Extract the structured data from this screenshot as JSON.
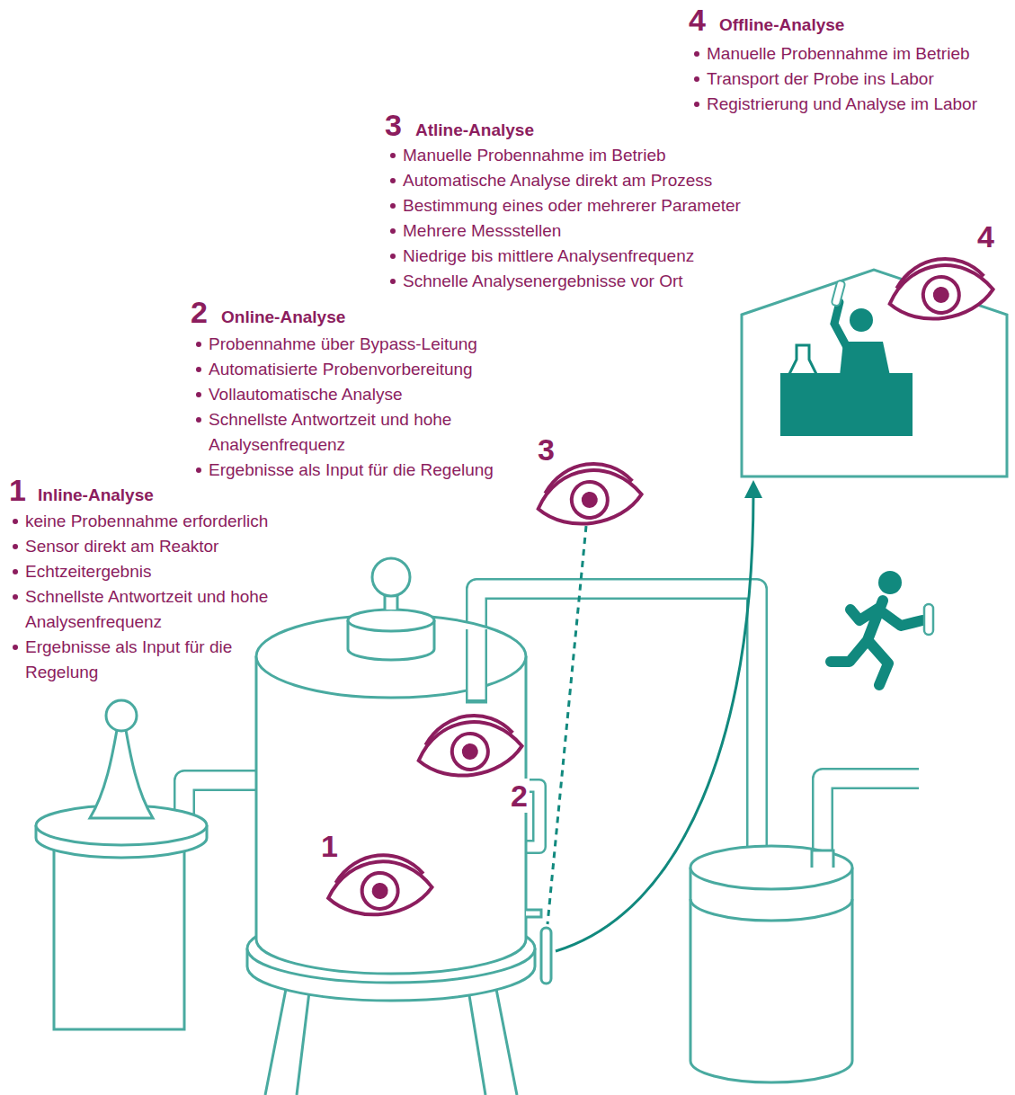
{
  "diagram": {
    "labels": [
      "4",
      "Offline-Analyse",
      "Manuelle Probennahme im Betrieb",
      "Transport der Probe ins Labor",
      "Registrierung und Analyse im Labor",
      "3",
      "Atline-Analyse",
      "Manuelle Probennahme im Betrieb",
      "Automatische Analyse direkt am Prozess",
      "Bestimmung eines oder mehrerer Parameter",
      "Mehrere Messstellen",
      "Niedrige bis mittlere Analysenfrequenz",
      "Schnelle Analysenergebnisse vor Ort",
      "4",
      "2",
      "Online-Analyse",
      "Probennahme über Bypass-Leitung",
      "Automatisierte Probenvorbereitung",
      "Vollautomatische Analyse",
      "Schnellste Antwortzeit und hohe Analysenfrequenz",
      "Ergebnisse als Input für die Regelung",
      "3",
      "1",
      "Inline-Analyse",
      "keine Probennahme erforderlich",
      "Sensor direkt am Reaktor",
      "Echtzeitergebnis",
      "Schnellste Antwortzeit und hohe Analysenfrequenz",
      "Ergebnisse als Input für die Regelung",
      "2",
      "1"
    ]
  }
}
